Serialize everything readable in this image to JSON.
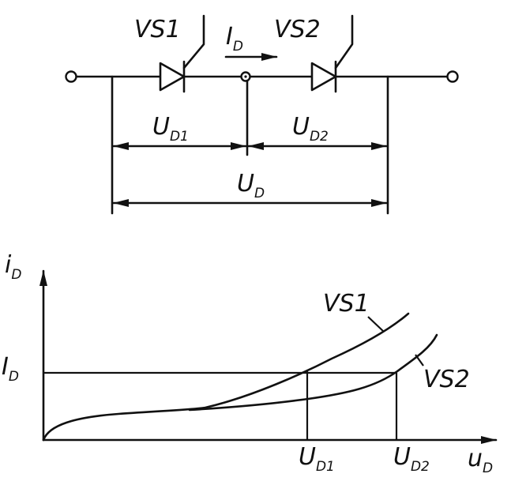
{
  "circuit": {
    "thyristor_1": {
      "label": "VS",
      "label_num": "1"
    },
    "thyristor_2": {
      "label": "VS",
      "label_num": "2"
    },
    "current": {
      "main": "I",
      "sub": "D"
    },
    "voltage_1": {
      "main": "U",
      "sub": "D1"
    },
    "voltage_2": {
      "main": "U",
      "sub": "D2"
    },
    "voltage_total": {
      "main": "U",
      "sub": "D"
    }
  },
  "graph": {
    "y_axis": {
      "main": "i",
      "sub": "D"
    },
    "x_axis": {
      "main": "u",
      "sub": "D"
    },
    "current_level": {
      "main": "I",
      "sub": "D"
    },
    "tick_1": {
      "main": "U",
      "sub": "D1"
    },
    "tick_2": {
      "main": "U",
      "sub": "D2"
    },
    "curve_1": {
      "label": "VS",
      "label_num": "1"
    },
    "curve_2": {
      "label": "VS",
      "label_num": "2"
    }
  }
}
